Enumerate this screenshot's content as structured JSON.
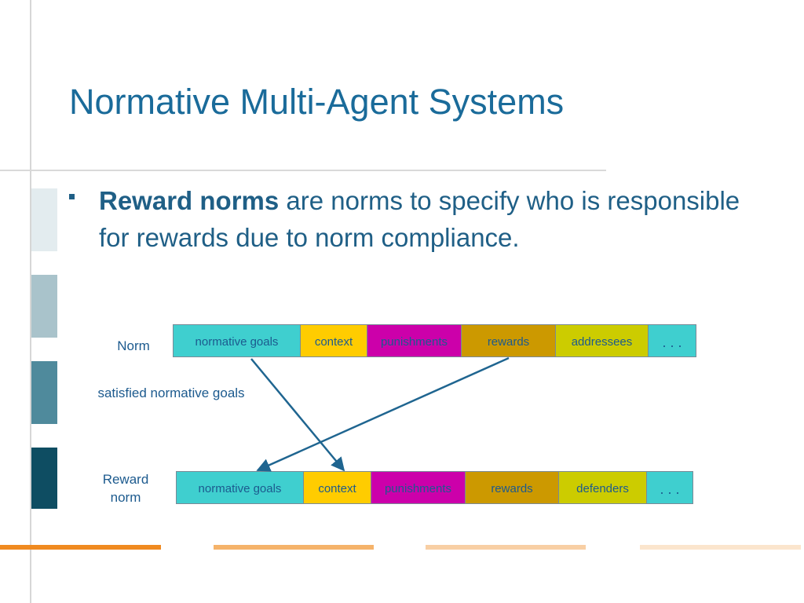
{
  "slide": {
    "title": "Normative Multi-Agent Systems",
    "bullet": {
      "bold": "Reward norms",
      "rest": " are norms to specify who is responsible for rewards due to norm compliance."
    }
  },
  "diagram": {
    "norm_label": "Norm",
    "middle_label": "satisfied normative goals",
    "reward_label_line1": "Reward",
    "reward_label_line2": "norm",
    "norm_row": [
      "normative goals",
      "context",
      "punishments",
      "rewards",
      "addressees",
      ". . ."
    ],
    "reward_row": [
      "normative goals",
      "context",
      "punishments",
      "rewards",
      "defenders",
      ". . ."
    ]
  },
  "colors": {
    "title": "#1a6b9a",
    "normative_goals": "#3fcfcf",
    "context": "#ffcc00",
    "punishments": "#cc00aa",
    "rewards": "#cc9900",
    "actors": "#cccc00",
    "ellipsis": "#3fcfcf",
    "arrow": "#1f6590"
  }
}
